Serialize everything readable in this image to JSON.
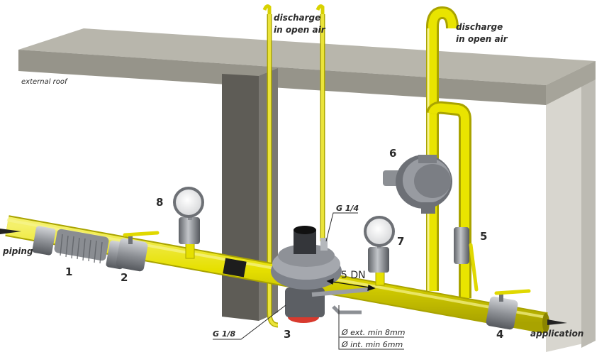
{
  "diagram": {
    "labels": {
      "discharge_left": [
        "discharge",
        "in open air"
      ],
      "discharge_right": [
        "discharge",
        "in open air"
      ],
      "external_roof": "external roof",
      "piping": "piping",
      "application": "application",
      "g14": "G 1/4",
      "g18": "G 1/8",
      "dn": "5 DN",
      "ext_min": "Ø ext. min 8mm",
      "int_min": "Ø int. min 6mm"
    },
    "numbers": [
      "1",
      "2",
      "3",
      "4",
      "5",
      "6",
      "7",
      "8"
    ],
    "colors": {
      "pipe_yellow": "#e6e000",
      "roof_top": "#b8b6ac",
      "roof_front": "#96948a",
      "column": "#5e5c56",
      "wall": "#c9c7bf",
      "valve_metal": "#8c8f94",
      "regulator": "#7d8189"
    }
  }
}
